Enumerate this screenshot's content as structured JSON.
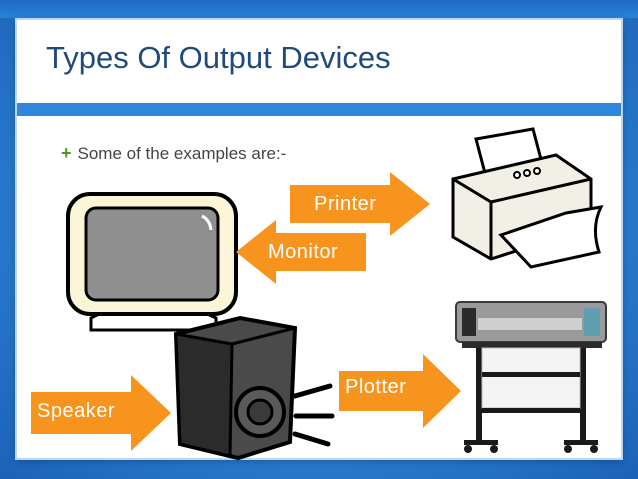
{
  "slide": {
    "title": "Types Of Output Devices",
    "bullet": "Some of the examples are:-"
  },
  "labels": {
    "printer": "Printer",
    "monitor": "Monitor",
    "speaker": "Speaker",
    "plotter": "Plotter"
  },
  "colors": {
    "background": "#2f86da",
    "title": "#1f4a7c",
    "arrow": "#f7941d",
    "bullet_marker": "#4a9a2a"
  },
  "icons": [
    "printer-icon",
    "monitor-icon",
    "speaker-icon",
    "plotter-icon"
  ]
}
